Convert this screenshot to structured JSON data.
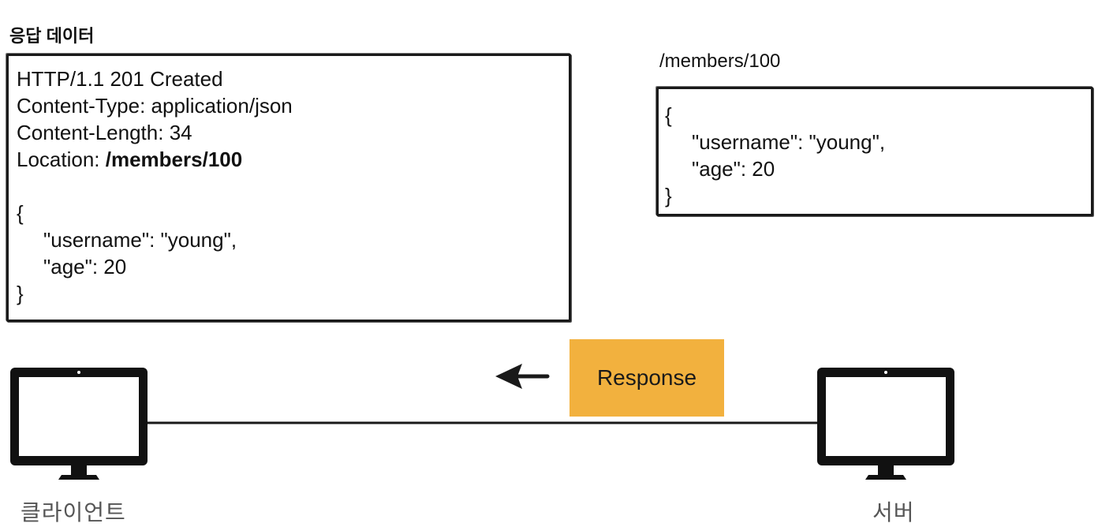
{
  "section_label": "응답 데이터",
  "response_message": {
    "status_line": "HTTP/1.1 201 Created",
    "content_type": "Content-Type: application/json",
    "content_length": "Content-Length: 34",
    "location_key": "Location: ",
    "location_value": "/members/100",
    "body_open": "{",
    "body_username": "\"username\": \"young\",",
    "body_age": "\"age\": 20",
    "body_close": "}"
  },
  "resource": {
    "path": "/members/100",
    "body_open": "{",
    "body_username": "\"username\": \"young\",",
    "body_age": "\"age\": 20",
    "body_close": "}"
  },
  "response_label": "Response",
  "client_label": "클라이언트",
  "server_label": "서버",
  "colors": {
    "response_fill": "#f2b13e",
    "outline": "#1a1a1a"
  }
}
